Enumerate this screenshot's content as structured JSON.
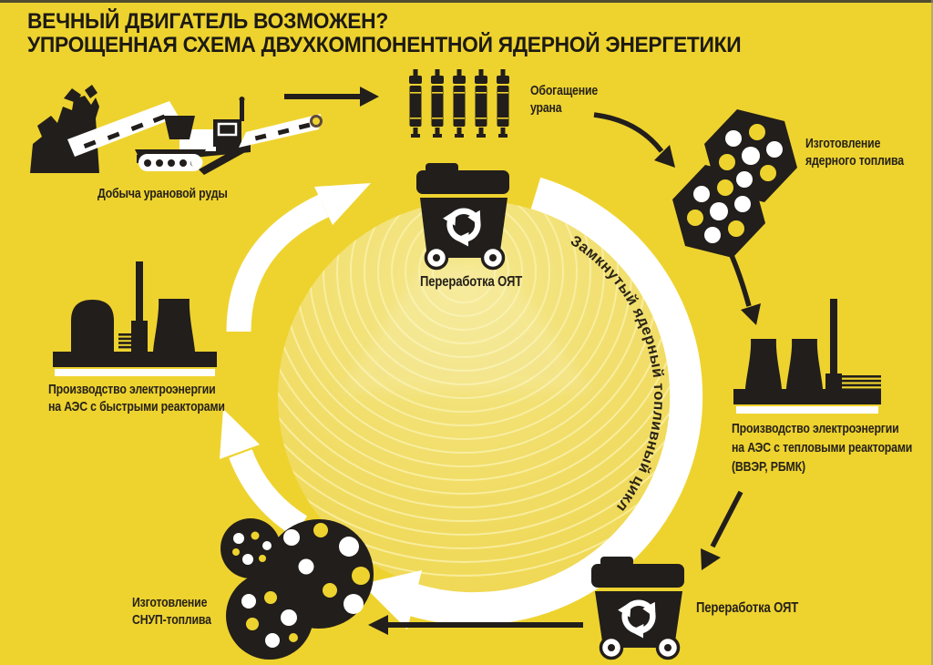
{
  "title": {
    "line1": "ВЕЧНЫЙ ДВИГАТЕЛЬ ВОЗМОЖЕН?",
    "line2": "УПРОЩЕННАЯ СХЕМА ДВУХКОМПОНЕНТНОЙ ЯДЕРНОЙ ЭНЕРГЕТИКИ"
  },
  "stages": {
    "mining": {
      "label": "Добыча урановой руды"
    },
    "enrichment": {
      "line1": "Обогащение",
      "line2": "урана"
    },
    "fuel_fabrication": {
      "line1": "Изготовление",
      "line2": "ядерного топлива"
    },
    "thermal_npp": {
      "line1": "Производство электроэнергии",
      "line2": "на АЭС с тепловыми реакторами",
      "line3": "(ВВЭР, РБМК)"
    },
    "reprocessing_right": {
      "label": "Переработка ОЯТ"
    },
    "snup_fabrication": {
      "line1": "Изготовление",
      "line2": "СНУП-топлива"
    },
    "fast_npp": {
      "line1": "Производство электроэнергии",
      "line2": "на АЭС с быстрыми реакторами"
    },
    "reprocessing_center": {
      "label": "Переработка ОЯТ"
    }
  },
  "cycle": {
    "curved_label": "Замкнутый ядерный топливный цикл"
  },
  "colors": {
    "background": "#EED32F",
    "ink_black": "#221E1B",
    "arrow_white": "#FFFFFF",
    "inner_disc": "#F1DE6B",
    "ripple_line": "#FBF3B0"
  }
}
